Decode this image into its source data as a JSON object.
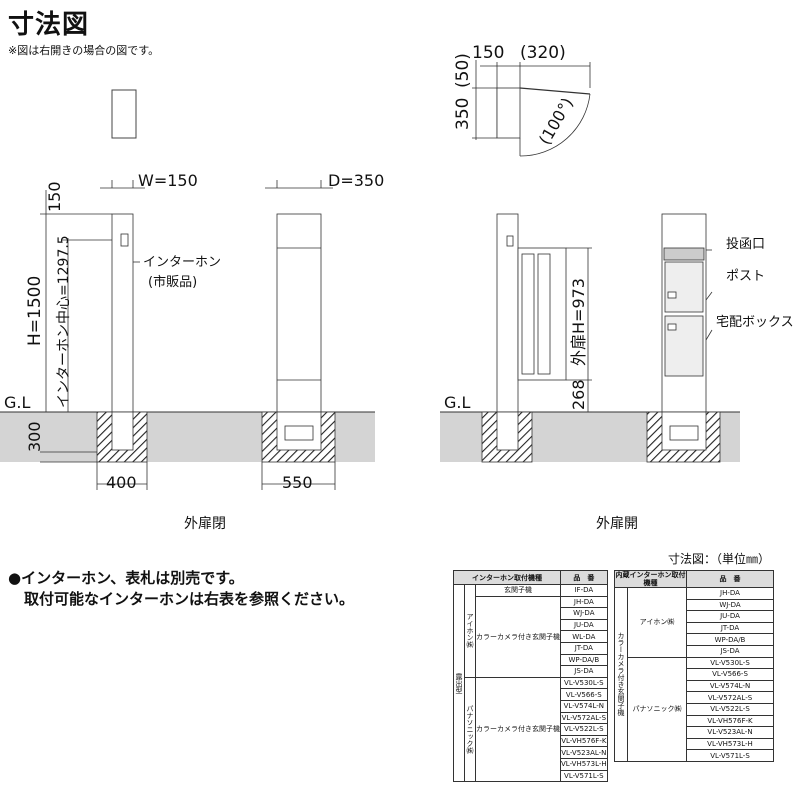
{
  "header": {
    "title": "寸法図",
    "note": "※図は右開きの場合の図です。"
  },
  "top_view": {
    "dim_w": "150",
    "dim_w2": "(320)",
    "dim_top": "(50)",
    "dim_h": "350",
    "dim_angle": "(100°)"
  },
  "front_view": {
    "dim_w": "W=150",
    "dim_top": "150",
    "dim_h": "H=1500",
    "dim_center": "インターホン中心=1297.5",
    "intercom_label": "インターホン",
    "intercom_sub": "(市販品)",
    "gl": "G.L",
    "dim_depth": "300",
    "dim_base": "400",
    "caption": "外扉閉"
  },
  "side_view": {
    "dim_d": "D=350",
    "dim_base": "550"
  },
  "open_view": {
    "gl": "G.L",
    "dim_door": "外扉H=973",
    "dim_bottom": "268",
    "label_slot": "投函口",
    "label_post": "ポスト",
    "label_box": "宅配ボックス",
    "caption": "外扉開"
  },
  "notes": {
    "line1": "●インターホン、表札は別売です。",
    "line2": "取付可能なインターホンは右表を参照ください。"
  },
  "unit_label": "寸法図：（単位㎜）",
  "table1": {
    "header_model": "インターホン取付機種",
    "header_part": "品　番",
    "group_label": "露出型",
    "maker_aiphone": "アイホン㈱",
    "maker_panasonic": "パナソニック㈱",
    "cat_entrance": "玄関子機",
    "cat_camera": "カラーカメラ付き玄関子機",
    "aiphone_entrance": [
      "IF-DA"
    ],
    "aiphone_camera": [
      "JH-DA",
      "WJ-DA",
      "JU-DA",
      "WL-DA",
      "JT-DA",
      "WP-DA/B",
      "JS-DA"
    ],
    "panasonic_camera": [
      "VL-V530L-S",
      "VL-V566-S",
      "VL-V574L-N",
      "VL-V572AL-S",
      "VL-V522L-S",
      "VL-VH576F-K",
      "VL-V523AL-N",
      "VL-VH573L-H",
      "VL-V571L-S"
    ]
  },
  "table2": {
    "header_model": "内蔵インターホン取付機種",
    "header_part": "品　番",
    "group_label": "カラーカメラ付き玄関子機",
    "maker_aiphone": "アイホン㈱",
    "maker_panasonic": "パナソニック㈱",
    "aiphone": [
      "JH-DA",
      "WJ-DA",
      "JU-DA",
      "JT-DA",
      "WP-DA/B",
      "JS-DA"
    ],
    "panasonic": [
      "VL-V530L-S",
      "VL-V566-S",
      "VL-V574L-N",
      "VL-V572AL-S",
      "VL-V522L-S",
      "VL-VH576F-K",
      "VL-V523AL-N",
      "VL-VH573L-H",
      "VL-V571L-S"
    ]
  }
}
